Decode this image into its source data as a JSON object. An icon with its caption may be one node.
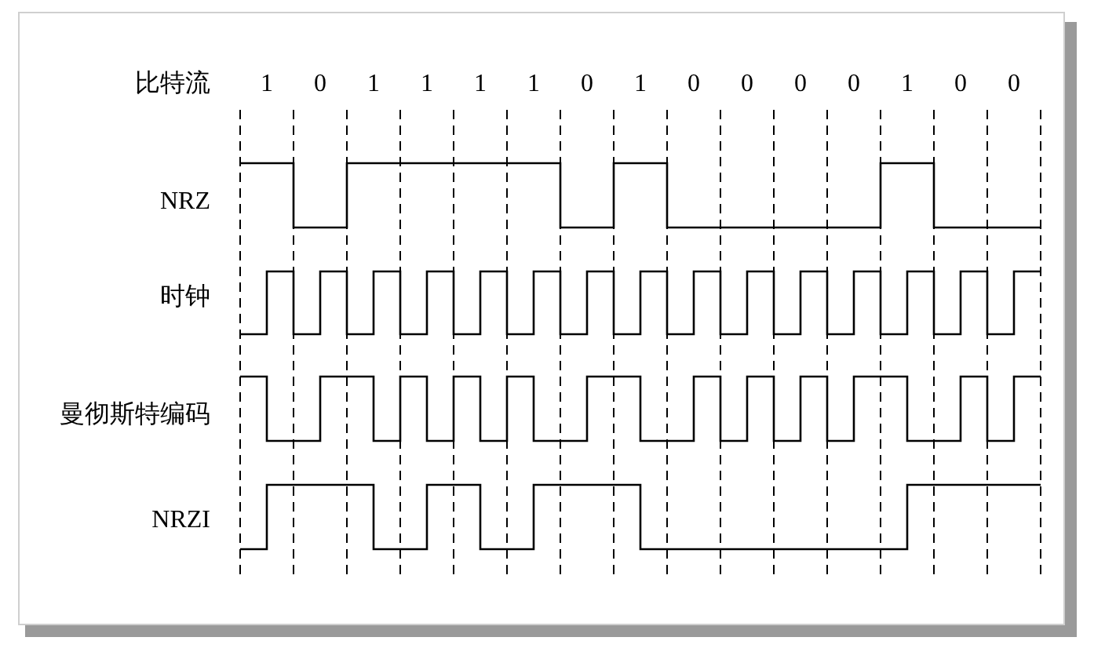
{
  "diagram": {
    "labels": [
      "比特流",
      "1",
      "0",
      "1",
      "1",
      "1",
      "1",
      "0",
      "1",
      "0",
      "0",
      "0",
      "0",
      "1",
      "0",
      "0",
      "NRZ",
      "时钟",
      "曼彻斯特编码",
      "NRZI"
    ]
  }
}
